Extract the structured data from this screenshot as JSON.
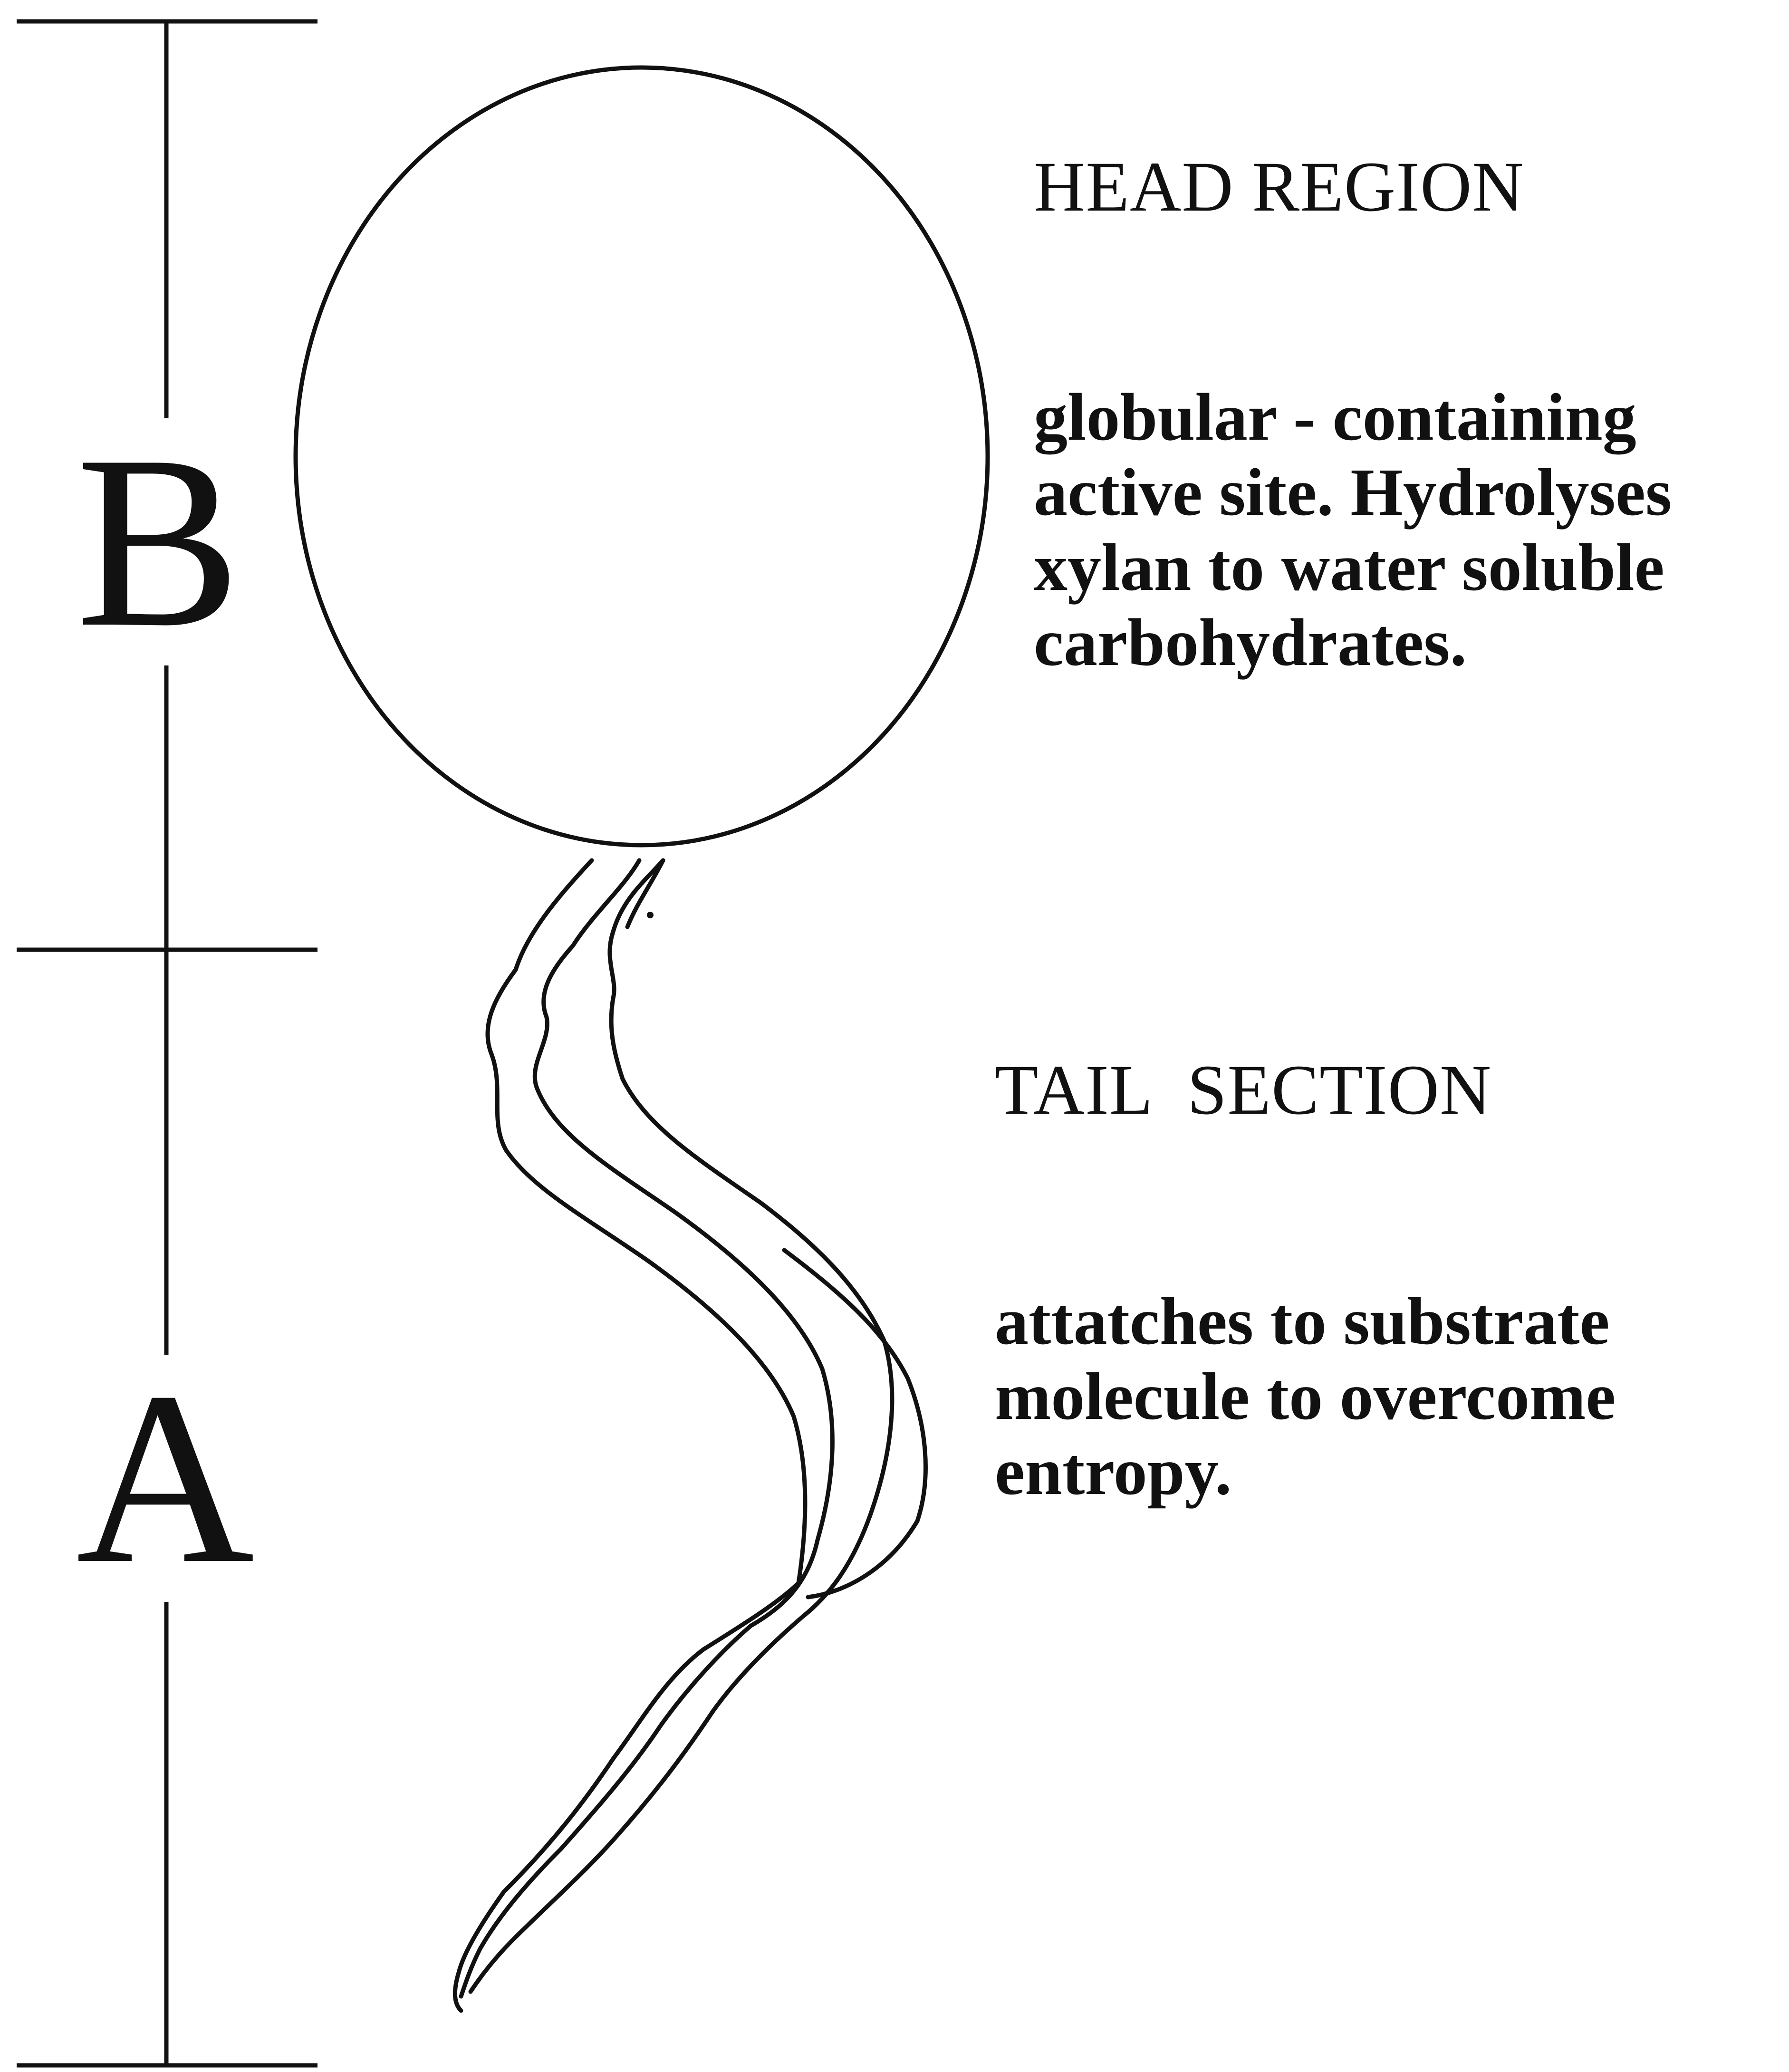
{
  "scale": {
    "upper_letter": "B",
    "lower_letter": "A"
  },
  "head": {
    "title": "HEAD REGION",
    "description": [
      "globular - containing",
      "active site. Hydrolyses",
      "xylan to water soluble",
      "carbohydrates."
    ]
  },
  "tail": {
    "title": "TAIL  SECTION",
    "description": [
      "attatches to substrate",
      "molecule to overcome",
      "entropy."
    ]
  },
  "colors": {
    "ink": "#111111",
    "background": "#ffffff"
  }
}
